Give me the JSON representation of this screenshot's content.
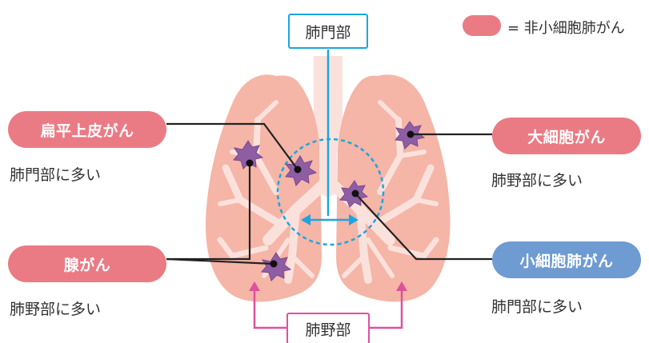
{
  "labels": {
    "hilar_box": "肺門部",
    "peripheral_box": "肺野部"
  },
  "legend": {
    "text": "= 非小細胞肺がん",
    "color": "#ea7b84"
  },
  "cancer_types": [
    {
      "name": "扁平上皮がん",
      "location": "肺門部に多い",
      "color": "#ea7b84"
    },
    {
      "name": "腺がん",
      "location": "肺野部に多い",
      "color": "#ea7b84"
    },
    {
      "name": "大細胞がん",
      "location": "肺野部に多い",
      "color": "#ea7b84"
    },
    {
      "name": "小細胞肺がん",
      "location": "肺門部に多い",
      "color": "#6e9bd1"
    }
  ],
  "colors": {
    "lung": "#f5b5a7",
    "bronchi": "#fbe1dc",
    "tumor": "#8e5da3",
    "hilar_accent": "#1aa6e0",
    "peripheral_accent": "#e0509f"
  }
}
